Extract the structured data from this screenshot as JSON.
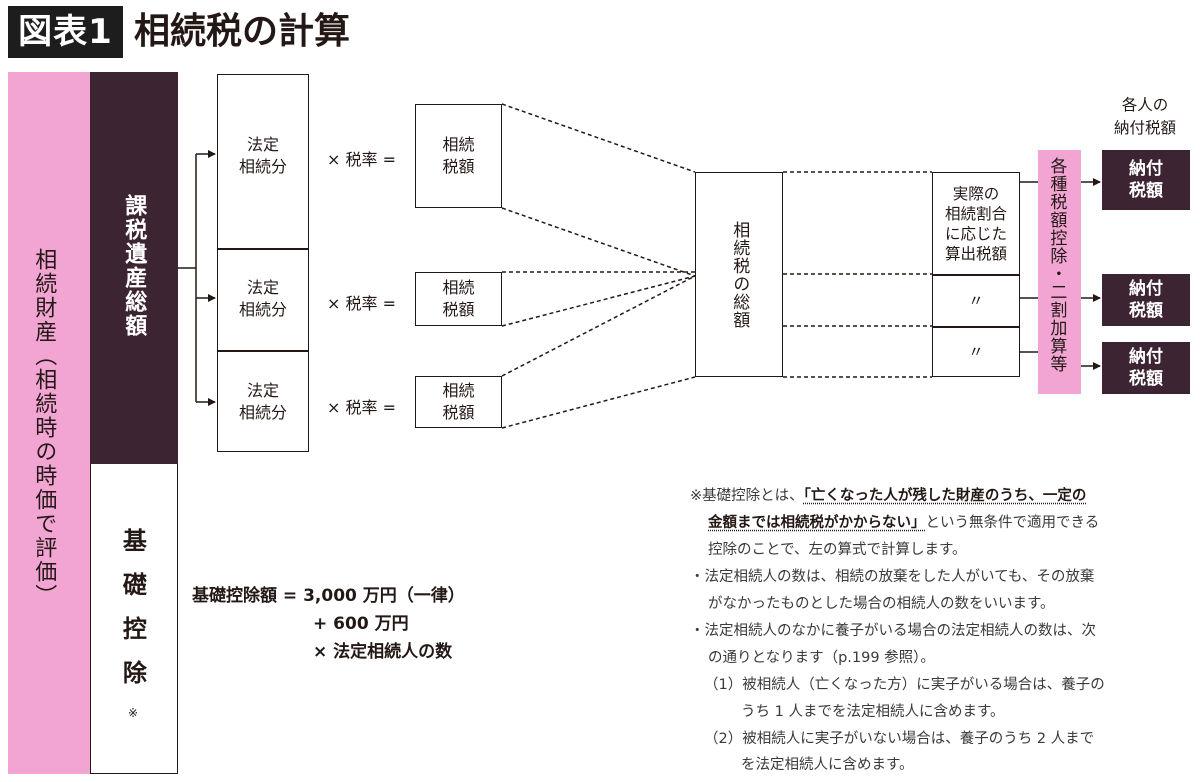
{
  "header": {
    "label": "図表1",
    "title": "相続税の計算"
  },
  "columns": {
    "estate": "相続財産（相続時の時価で評価）",
    "taxable": "課税遺産総額",
    "deduction": "基礎控除",
    "deduction_note": "※"
  },
  "legal_shares": [
    {
      "label_1": "法定",
      "label_2": "相続分",
      "rate": "× 税率 =",
      "tax_1": "相続",
      "tax_2": "税額"
    },
    {
      "label_1": "法定",
      "label_2": "相続分",
      "rate": "× 税率 =",
      "tax_1": "相続",
      "tax_2": "税額"
    },
    {
      "label_1": "法定",
      "label_2": "相続分",
      "rate": "× 税率 =",
      "tax_1": "相続",
      "tax_2": "税額"
    }
  ],
  "total_tax": "相続税の総額",
  "allocation": {
    "first_1": "実際の",
    "first_2": "相続割合",
    "first_3": "に応じた",
    "first_4": "算出税額",
    "ditto": "〃"
  },
  "adjustments": "各種税額控除・二割加算等",
  "per_heir": {
    "line_1": "各人の",
    "line_2": "納付税額"
  },
  "payments": [
    {
      "line_1": "納付",
      "line_2": "税額"
    },
    {
      "line_1": "納付",
      "line_2": "税額"
    },
    {
      "line_1": "納付",
      "line_2": "税額"
    }
  ],
  "formula": {
    "line_1": "基礎控除額 = 3,000 万円（一律）",
    "line_2": "+ 600 万円",
    "line_3": "× 法定相続人の数"
  },
  "notes": {
    "n1_prefix": "※基礎控除とは、",
    "n1_emph1": "「亡くなった人が残した財産のうち、一定の",
    "n1_emph2": "金額までは相続税がかからない」",
    "n1_rest": "という無条件で適用できる",
    "n1_line3": "控除のことで、左の算式で計算します。",
    "n2_line1": "・法定相続人の数は、相続の放棄をした人がいても、その放棄",
    "n2_line2": "がなかったものとした場合の相続人の数をいいます。",
    "n3_line1": "・法定相続人のなかに養子がいる場合の法定相続人の数は、次",
    "n3_line2": "の通りとなります（p.199 参照）。",
    "n4_line1": "（1）被相続人（亡くなった方）に実子がいる場合は、養子の",
    "n4_line2": "うち 1 人までを法定相続人に含めます。",
    "n5_line1": "（2）被相続人に実子がいない場合は、養子のうち 2 人まで",
    "n5_line2": "を法定相続人に含めます。"
  }
}
